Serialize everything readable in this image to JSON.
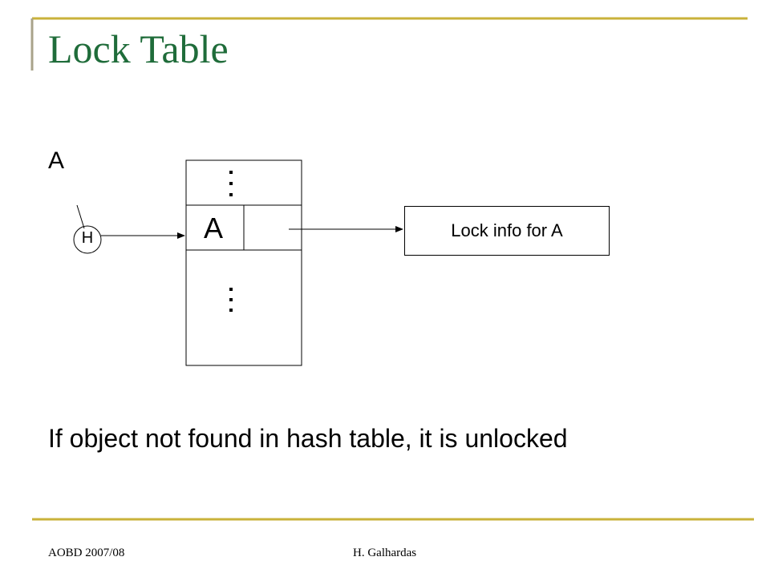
{
  "slide": {
    "title": "Lock Table",
    "object_label": "A",
    "hash_function_label": "H",
    "table": {
      "top_ellipsis": "⋮",
      "entry_label": "A",
      "bottom_ellipsis": "⋮"
    },
    "lock_info_label": "Lock info for A",
    "statement": "If object not found in hash table, it is unlocked"
  },
  "footer": {
    "course": "AOBD 2007/08",
    "author": "H. Galhardas"
  },
  "colors": {
    "title": "#1f6c3a",
    "accent_rule": "#c9b23a",
    "accent_bracket": "#a9a38a"
  }
}
